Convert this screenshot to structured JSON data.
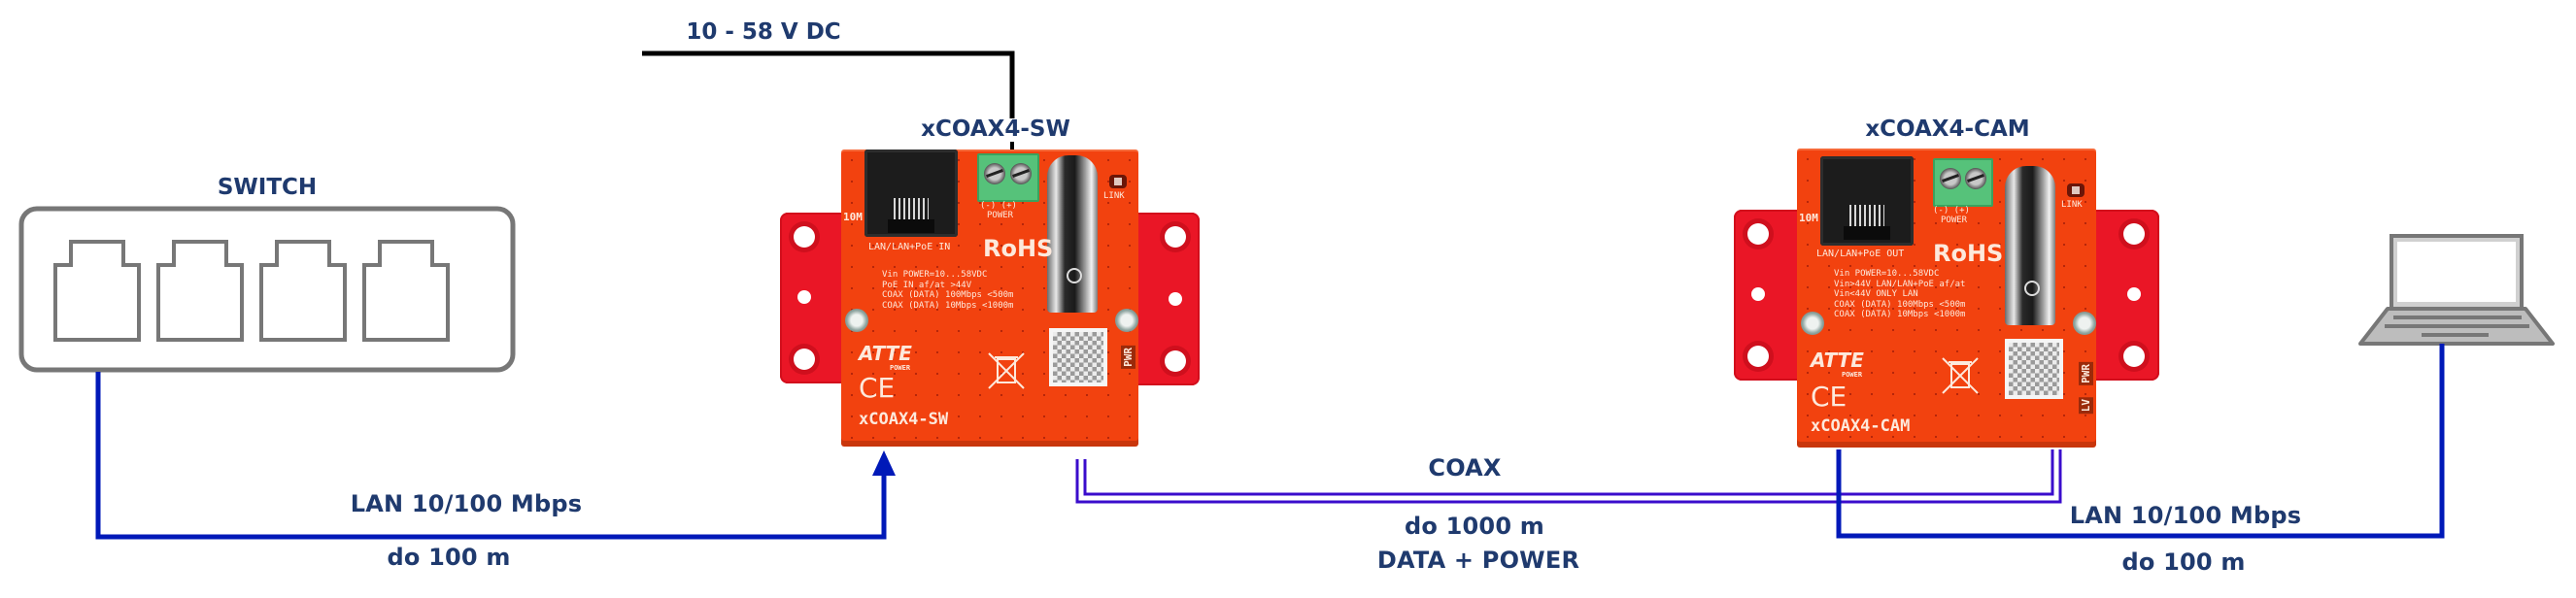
{
  "labels": {
    "power_supply": "10 - 58 V DC",
    "switch": "SWITCH",
    "device_sw_title": "xCOAX4-SW",
    "device_cam_title": "xCOAX4-CAM",
    "lan_left_speed": "LAN 10/100 Mbps",
    "lan_left_distance": "do 100 m",
    "coax": "COAX",
    "coax_distance": "do 1000 m",
    "coax_payload": "DATA + POWER",
    "lan_right_speed": "LAN 10/100 Mbps",
    "lan_right_distance": "do 100 m"
  },
  "devices": {
    "sw": {
      "port_speed": "10M",
      "port_label": "LAN/LAN+PoE IN",
      "power_polarity": "(-)  (+)",
      "power_label": "POWER",
      "link_label": "LINK",
      "rohs": "RoHS",
      "specs": [
        "Vin POWER=10...58VDC",
        "PoE IN af/at >44V",
        "COAX (DATA) 100Mbps <500m",
        "COAX (DATA) 10Mbps <1000m"
      ],
      "brand": "ATTE",
      "brand_sub": "POWER",
      "ce": "CE",
      "pwr_tag": "PWR",
      "model": "xCOAX4-SW"
    },
    "cam": {
      "port_speed": "10M",
      "port_label": "LAN/LAN+PoE OUT",
      "power_polarity": "(-)  (+)",
      "power_label": "POWER",
      "link_label": "LINK",
      "rohs": "RoHS",
      "specs": [
        "Vin POWER=10...58VDC",
        "Vin>44V LAN/LAN+PoE af/at",
        "Vin<44V ONLY LAN",
        "COAX (DATA) 100Mbps <500m",
        "COAX (DATA) 10Mbps <1000m"
      ],
      "brand": "ATTE",
      "brand_sub": "POWER",
      "ce": "CE",
      "pwr_tag": "PWR",
      "lv_tag": "LV",
      "model": "xCOAX4-CAM"
    }
  },
  "icons": {
    "switch": "network-switch-icon",
    "laptop": "laptop-icon",
    "power_line": "power-cable",
    "lan_arrow": "arrow-up-icon"
  },
  "colors": {
    "label_text": "#1f3a6e",
    "lan_cable": "#0019b8",
    "coax_cable": "#3a0ccc",
    "power_cable": "#000000",
    "device_outline": "#777777",
    "pcb": "#f2420f",
    "mount_tab": "#ea1626"
  }
}
